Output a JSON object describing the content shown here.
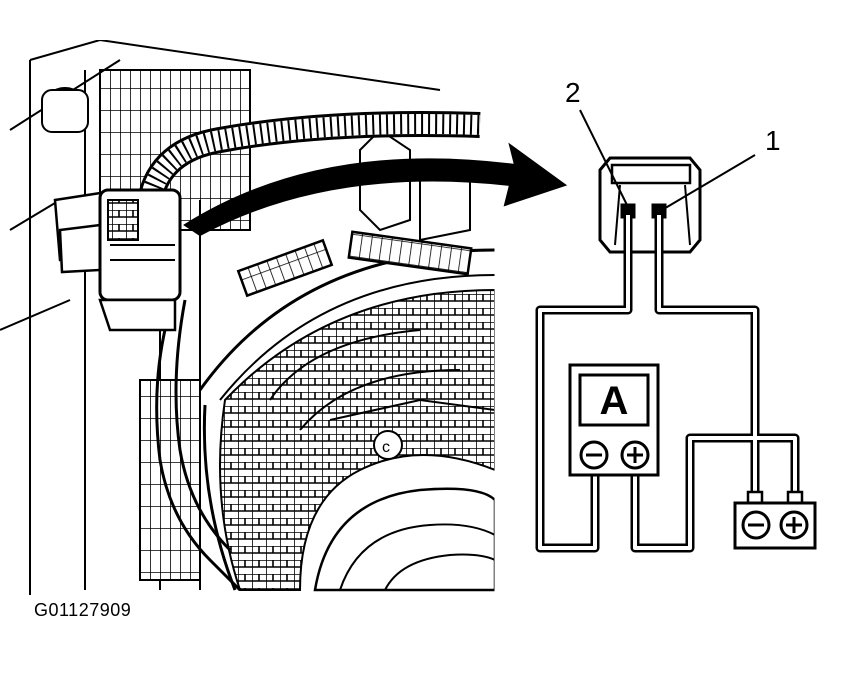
{
  "figure_id": "G01127909",
  "callouts": {
    "terminal_1": "1",
    "terminal_2": "2"
  },
  "ammeter": {
    "label": "A",
    "minus": "⊖",
    "plus": "⊕"
  },
  "battery": {
    "minus": "⊖",
    "plus": "⊕"
  },
  "colors": {
    "ink": "#000000",
    "paper": "#ffffff"
  }
}
